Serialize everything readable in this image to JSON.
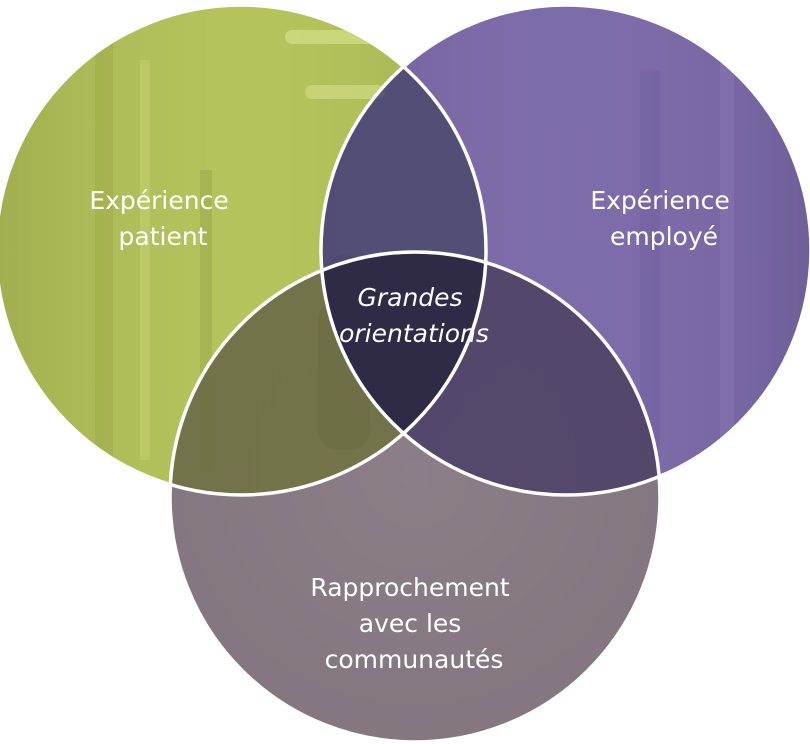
{
  "diagram": {
    "type": "venn",
    "circles": [
      {
        "id": "patient",
        "lines": [
          "Expérience",
          "patient"
        ],
        "color": "#b3c257"
      },
      {
        "id": "employee",
        "lines": [
          "Expérience",
          "employé"
        ],
        "color": "#7a68a8"
      },
      {
        "id": "community",
        "lines": [
          "Rapprochement",
          "avec les",
          "communautés"
        ],
        "color": "#8c7e88"
      }
    ],
    "center": {
      "lines": [
        "Grandes",
        "orientations"
      ],
      "color": "#2f2a45"
    },
    "stroke_color": "#ffffff"
  }
}
